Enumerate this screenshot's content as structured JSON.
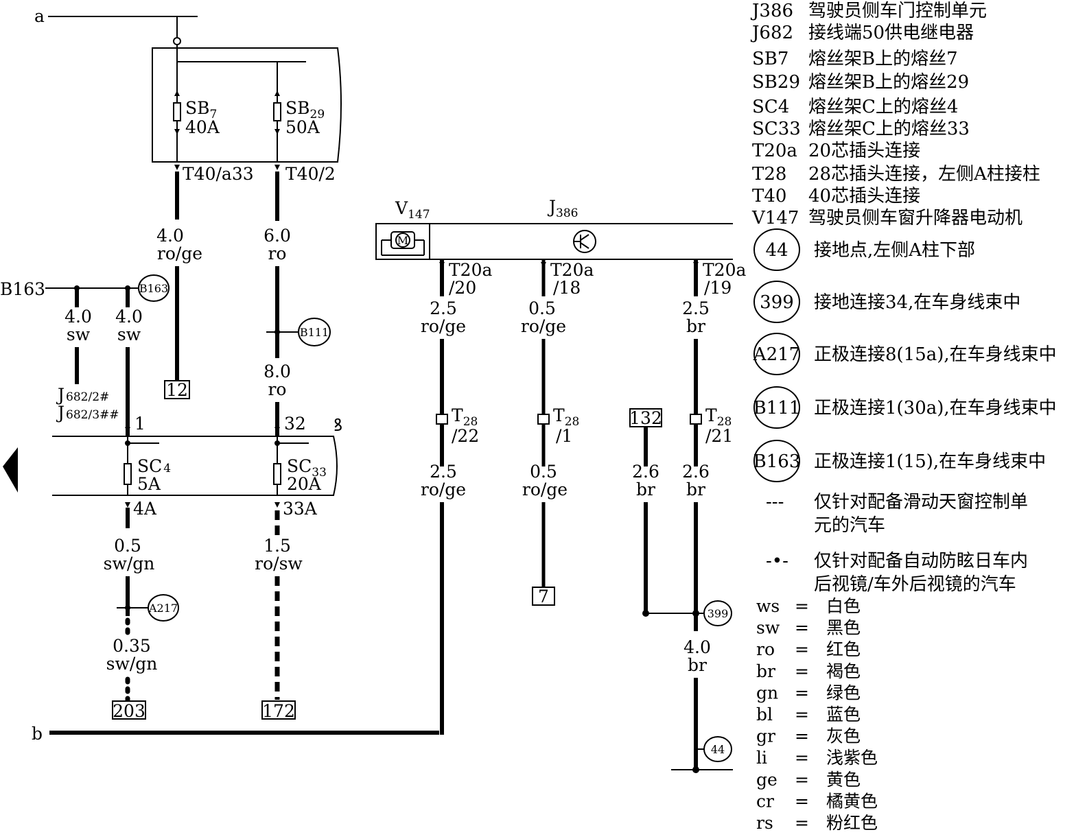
{
  "terminals": {
    "a": "a",
    "b": "b",
    "B163": "B163"
  },
  "fuse_block_B": {
    "fuses": [
      {
        "id": "SB",
        "sub": "7",
        "rating": "40A",
        "pin": "T40/a33",
        "wire": {
          "size": "4.0",
          "color": "ro/ge"
        },
        "goes_to": "12"
      },
      {
        "id": "SB",
        "sub": "29",
        "rating": "50A",
        "pin": "T40/2",
        "wire": {
          "size": "6.0",
          "color": "ro"
        }
      }
    ]
  },
  "B111_branch": {
    "node": "B111",
    "wire": {
      "size": "8.0",
      "color": "ro"
    },
    "pin": "32"
  },
  "B163_branch": {
    "node": "B163",
    "wire_left": {
      "size": "4.0",
      "color": "sw"
    },
    "wire_right": {
      "size": "4.0",
      "color": "sw"
    },
    "relay_line1_main": "J",
    "relay_line1_sub": "682/2#",
    "relay_line2_main": "J",
    "relay_line2_sub": "682/3##",
    "pin": "1"
  },
  "fuse_block_C": {
    "fuses": [
      {
        "id": "SC",
        "sub": "4",
        "rating": "5A",
        "pin_out": "4A",
        "wire": {
          "size": "0.5",
          "color": "sw/gn"
        },
        "node": "A217",
        "wire2": {
          "size": "0.35",
          "color": "sw/gn"
        },
        "goes_to": "203"
      },
      {
        "id": "SC",
        "sub": "33",
        "rating": "20A",
        "pin_out": "33A",
        "wire": {
          "size": "1.5",
          "color": "ro/sw"
        },
        "goes_to": "172"
      }
    ]
  },
  "module": {
    "motor_main": "V",
    "motor_sub": "147",
    "unit_main": "J",
    "unit_sub": "386",
    "motor_symbol": "M"
  },
  "module_pins": [
    {
      "pin_line1": "T20a",
      "pin_line2": "/20",
      "wire": {
        "size": "2.5",
        "color": "ro/ge"
      },
      "conn_main": "T",
      "conn_sub": "28",
      "conn_pin": "/22",
      "wire2": {
        "size": "2.5",
        "color": "ro/ge"
      }
    },
    {
      "pin_line1": "T20a",
      "pin_line2": "/18",
      "wire": {
        "size": "0.5",
        "color": "ro/ge"
      },
      "conn_main": "T",
      "conn_sub": "28",
      "conn_pin": "/1",
      "wire2": {
        "size": "0.5",
        "color": "ro/ge"
      },
      "goes_to": "7"
    },
    {
      "pin_line1": "T20a",
      "pin_line2": "/19",
      "wire": {
        "size": "2.5",
        "color": "br"
      },
      "conn_main": "T",
      "conn_sub": "28",
      "conn_pin": "/21",
      "wire2": {
        "size": "2.6",
        "color": "br"
      }
    }
  ],
  "ground_branch": {
    "ref": "132",
    "wire": {
      "size": "2.6",
      "color": "br"
    },
    "node": "399",
    "wire_out": {
      "size": "4.0",
      "color": "br"
    },
    "ground": "44"
  },
  "legend": {
    "components": [
      {
        "code": "J386",
        "desc": "驾驶员侧车门控制单元"
      },
      {
        "code": "J682",
        "desc": "接线端50供电继电器"
      },
      {
        "code": "SB7",
        "desc": "熔丝架B上的熔丝7"
      },
      {
        "code": "SB29",
        "desc": "熔丝架B上的熔丝29"
      },
      {
        "code": "SC4",
        "desc": "熔丝架C上的熔丝4"
      },
      {
        "code": "SC33",
        "desc": "熔丝架C上的熔丝33"
      },
      {
        "code": "T20a",
        "desc": "20芯插头连接"
      },
      {
        "code": "T28",
        "desc": "28芯插头连接，左侧A柱接柱"
      },
      {
        "code": "T40",
        "desc": "40芯插头连接"
      },
      {
        "code": "V147",
        "desc": "驾驶员侧车窗升降器电动机"
      }
    ],
    "nodes": [
      {
        "code": "44",
        "desc": "接地点,左侧A柱下部"
      },
      {
        "code": "399",
        "desc": "接地连接34,在车身线束中"
      },
      {
        "code": "A217",
        "desc": "正极连接8(15a),在车身线束中"
      },
      {
        "code": "B111",
        "desc": "正极连接1(30a),在车身线束中"
      },
      {
        "code": "B163",
        "desc": "正极连接1(15),在车身线束中"
      }
    ],
    "notes": [
      {
        "symbol": "---",
        "line1": "仅针对配备滑动天窗控制单",
        "line2": "元的汽车"
      },
      {
        "symbol": "-•-",
        "line1": "仅针对配备自动防眩日车内",
        "line2": "后视镜/车外后视镜的汽车"
      }
    ],
    "colors": [
      {
        "abbr": "ws",
        "eq": "=",
        "name": "白色"
      },
      {
        "abbr": "sw",
        "eq": "=",
        "name": "黑色"
      },
      {
        "abbr": "ro",
        "eq": "=",
        "name": "红色"
      },
      {
        "abbr": "br",
        "eq": "=",
        "name": "褐色"
      },
      {
        "abbr": "gn",
        "eq": "=",
        "name": "绿色"
      },
      {
        "abbr": "bl",
        "eq": "=",
        "name": "蓝色"
      },
      {
        "abbr": "gr",
        "eq": "=",
        "name": "灰色"
      },
      {
        "abbr": "li",
        "eq": "=",
        "name": "浅紫色"
      },
      {
        "abbr": "ge",
        "eq": "=",
        "name": "黄色"
      },
      {
        "abbr": "cr",
        "eq": "=",
        "name": "橘黄色"
      },
      {
        "abbr": "rs",
        "eq": "=",
        "name": "粉红色"
      }
    ]
  }
}
